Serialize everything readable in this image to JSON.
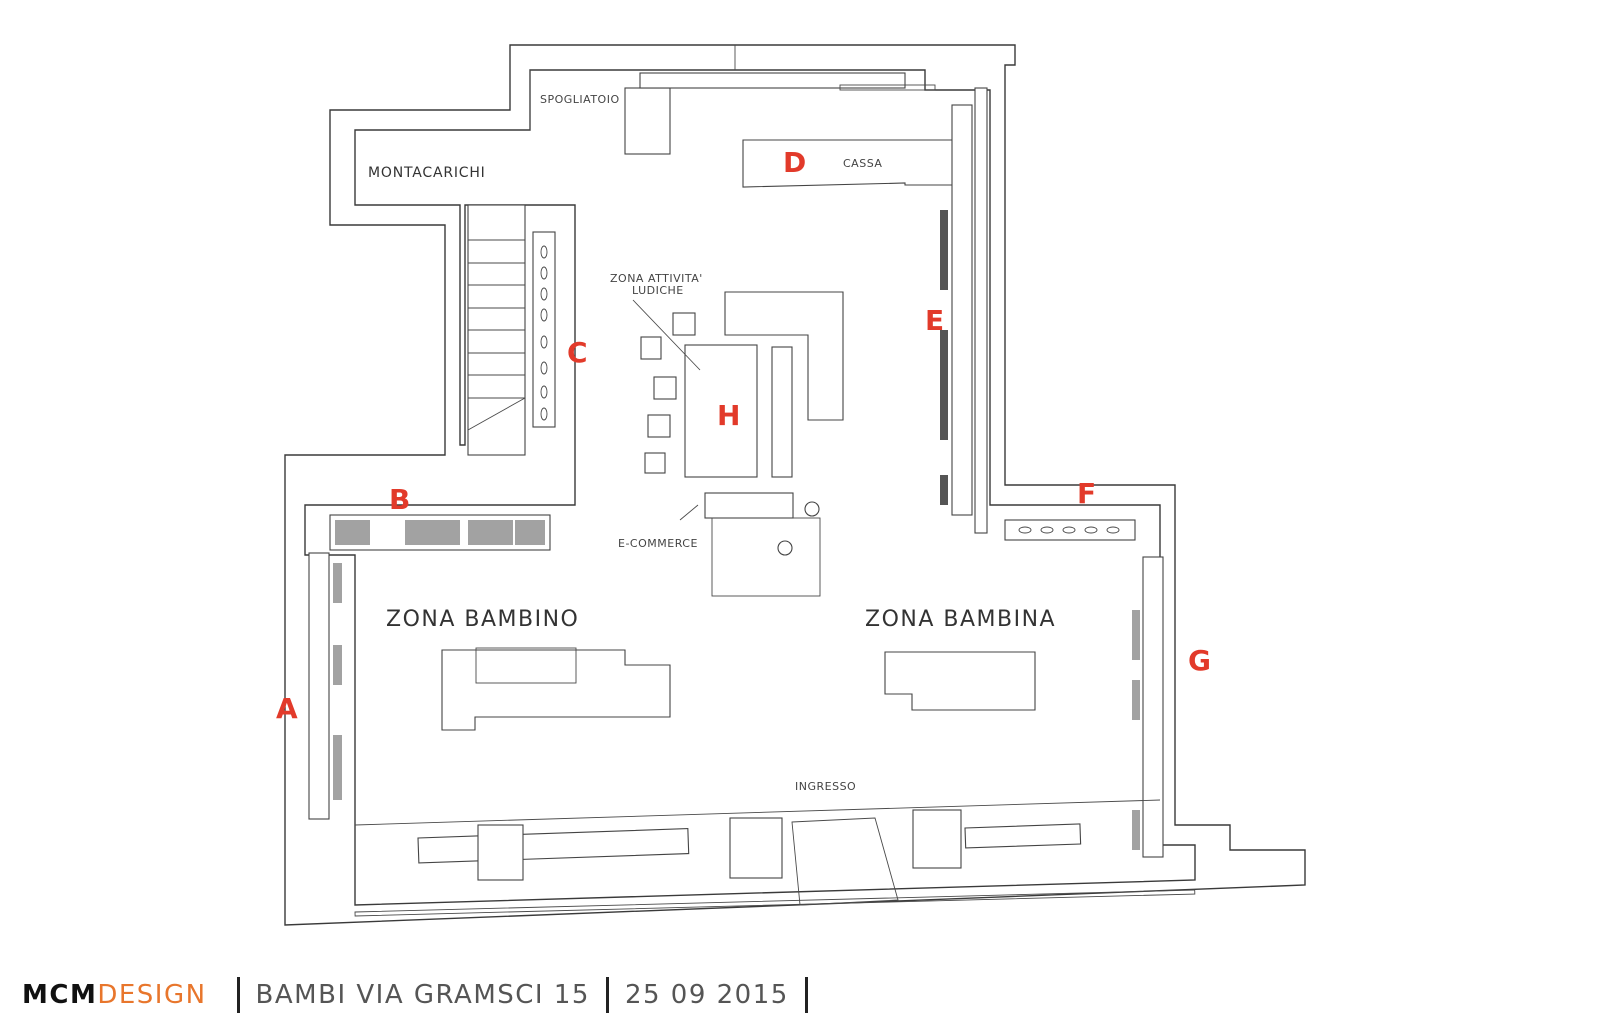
{
  "colors": {
    "accent": "#e8762c",
    "zone_letter": "#e23a2a",
    "line": "#3a3a3a"
  },
  "rooms": {
    "spogliatoio": "SPOGLIATOIO",
    "montacarichi": "MONTACARICHI",
    "cassa": "CASSA",
    "zona_attivita": [
      "ZONA ATTIVITA'",
      "LUDICHE"
    ],
    "ecommerce": "E-COMMERCE",
    "zona_bambino": "ZONA BAMBINO",
    "zona_bambina": "ZONA BAMBINA",
    "ingresso": "INGRESSO"
  },
  "zones": {
    "a": "A",
    "b": "B",
    "c": "C",
    "d": "D",
    "e": "E",
    "f": "F",
    "g": "G",
    "h": "H"
  },
  "footer": {
    "brand_bold": "MCM",
    "brand_accent": "DESIGN",
    "project": "BAMBI VIA GRAMSCI 15",
    "date": "25 09 2015"
  }
}
